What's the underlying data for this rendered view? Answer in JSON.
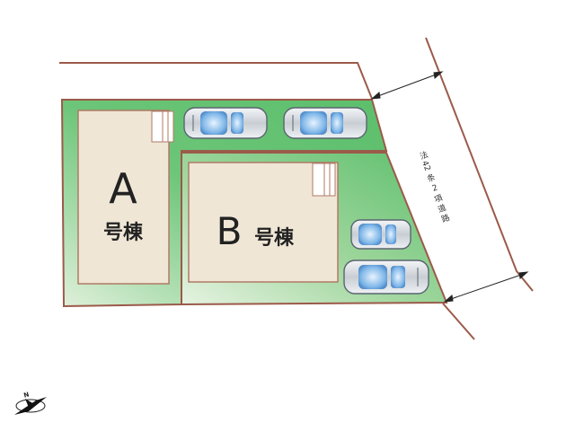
{
  "lots": [
    {
      "letter": "A",
      "suffix": "号棟"
    },
    {
      "letter": "B",
      "suffix": "号棟"
    }
  ],
  "road": {
    "label_chars": [
      "法",
      "42",
      "条",
      "2",
      "項",
      "道",
      "路"
    ]
  },
  "compass": {
    "label": "N"
  },
  "colors": {
    "lot_green": "#5fc36f",
    "lot_green_light": "#e8f4e4",
    "building_beige": "#efe6d6",
    "boundary_brown": "#9b5a4a",
    "car_silver": "#d8dde2",
    "car_glass": "#7fb7e8"
  },
  "icons": [
    "car-icon",
    "compass-icon",
    "dimension-arrow-icon"
  ]
}
